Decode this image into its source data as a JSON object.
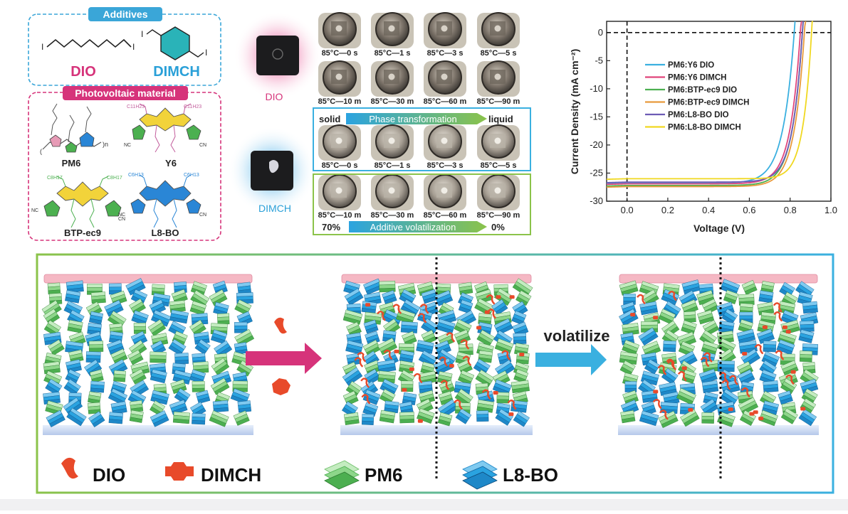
{
  "additives": {
    "title": "Additives",
    "dio_label": "DIO",
    "dimch_label": "DIMCH",
    "colors": {
      "box": "#3aa6d8",
      "dio": "#d6337a",
      "dimch": "#2aa0d8",
      "ring": "#2ab3b8"
    }
  },
  "photovoltaic": {
    "title": "Photovoltaic material",
    "molecules": [
      "PM6",
      "Y6",
      "BTP-ec9",
      "L8-BO"
    ],
    "y6_chain": "C11H23",
    "btp_chain": "C8H17",
    "l8_chain": "C6H13",
    "colors": {
      "box": "#d6337a"
    }
  },
  "films": {
    "dio_label": "DIO",
    "dimch_label": "DIMCH"
  },
  "dio_series": {
    "row1": [
      "85°C—0 s",
      "85°C—1 s",
      "85°C—3 s",
      "85°C—5 s"
    ],
    "row2": [
      "85°C—10 m",
      "85°C—30 m",
      "85°C—60 m",
      "85°C—90 m"
    ]
  },
  "dimch_series": {
    "phase": {
      "left": "solid",
      "arrow": "Phase transformation",
      "right": "liquid"
    },
    "row1": [
      "85°C—0 s",
      "85°C—1 s",
      "85°C—3 s",
      "85°C—5 s"
    ],
    "row2": [
      "85°C—10 m",
      "85°C—30 m",
      "85°C—60 m",
      "85°C—90 m"
    ],
    "volatil": {
      "left": "70%",
      "arrow": "Additive volatilization",
      "right": "0%"
    }
  },
  "chart_data": {
    "type": "line",
    "xlabel": "Voltage (V)",
    "ylabel": "Current Density (mA cm⁻²)",
    "xlim": [
      -0.1,
      1.0
    ],
    "ylim": [
      -30,
      2
    ],
    "xticks": [
      "0.0",
      "0.2",
      "0.4",
      "0.6",
      "0.8",
      "1.0"
    ],
    "yticks": [
      "0",
      "-5",
      "-10",
      "-15",
      "-20",
      "-25",
      "-30"
    ],
    "legend_position": "top-left",
    "series": [
      {
        "name": "PM6:Y6 DIO",
        "color": "#3ab0e0",
        "jsc": -26.8,
        "voc": 0.82,
        "k": 0.055
      },
      {
        "name": "PM6:Y6 DIMCH",
        "color": "#e0457b",
        "jsc": -26.9,
        "voc": 0.85,
        "k": 0.05
      },
      {
        "name": "PM6:BTP-ec9 DIO",
        "color": "#4cb050",
        "jsc": -27.2,
        "voc": 0.86,
        "k": 0.05
      },
      {
        "name": "PM6:BTP-ec9 DIMCH",
        "color": "#e89a3c",
        "jsc": -27.4,
        "voc": 0.87,
        "k": 0.05
      },
      {
        "name": "PM6:L8-BO DIO",
        "color": "#6d5bb5",
        "jsc": -26.6,
        "voc": 0.86,
        "k": 0.048
      },
      {
        "name": "PM6:L8-BO DIMCH",
        "color": "#f0d820",
        "jsc": -26.0,
        "voc": 0.905,
        "k": 0.042
      }
    ]
  },
  "bottom": {
    "arrow_label": "volatilize",
    "legend": [
      "DIO",
      "DIMCH",
      "PM6",
      "L8-BO"
    ],
    "colors": {
      "dio": "#e84a2a",
      "dimch": "#e84a2a",
      "pm6": "#8dd68a",
      "l8": "#2aa3e0",
      "arrow1": "#d6337a",
      "arrow2": "#3ab0e0"
    }
  }
}
